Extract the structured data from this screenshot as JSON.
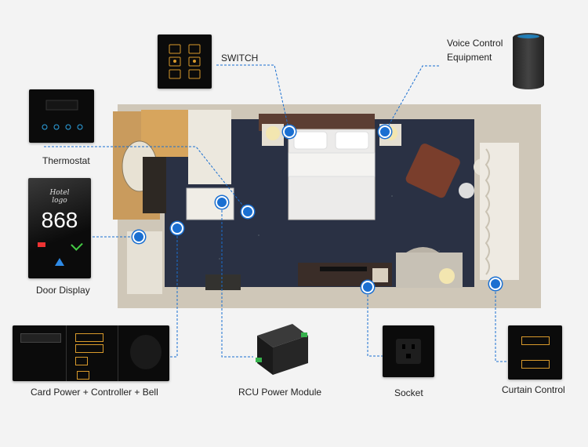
{
  "labels": {
    "switch": "SWITCH",
    "voice_line1": "Voice Control",
    "voice_line2": "Equipment",
    "thermostat": "Thermostat",
    "door_display": "Door Display",
    "card_power": "Card Power + Controller + Bell",
    "rcu": "RCU Power Module",
    "socket": "Socket",
    "curtain": "Curtain Control"
  },
  "door_display": {
    "logo_line1": "Hotel",
    "logo_line2": "logo",
    "room_number": "868"
  },
  "colors": {
    "accent": "#1a6fd1",
    "panel": "#0b0b0b",
    "gold": "#d99a2b",
    "floor_carpet": "#2a3144",
    "wall": "#d9d2c4"
  }
}
